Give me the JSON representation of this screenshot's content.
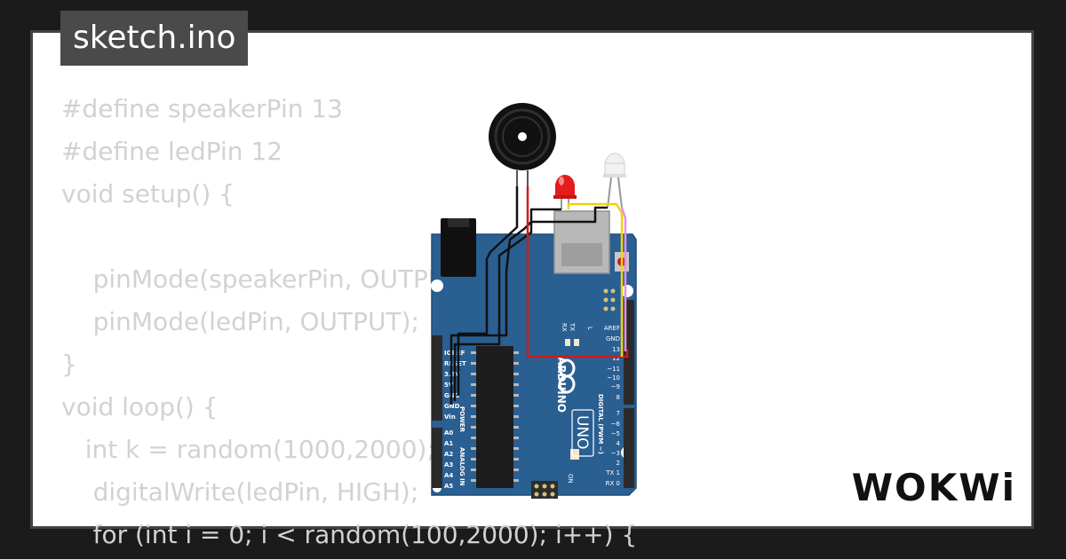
{
  "title": "sketch.ino",
  "code_lines": [
    "#define speakerPin 13",
    "#define ledPin 12",
    "void setup() {",
    "",
    "    pinMode(speakerPin, OUTPUT);",
    "    pinMode(ledPin, OUTPUT);",
    "}",
    "void loop() {",
    "   int k = random(1000,2000);",
    "    digitalWrite(ledPin, HIGH);",
    "    for (int i = 0; i < random(100,2000); i++) {"
  ],
  "logo_text": "WOKWi",
  "board": {
    "brand": "ARDUINO",
    "model": "UNO",
    "power_header_label": "POWER",
    "analog_header_label": "ANALOG IN",
    "digital_header_label": "DIGITAL (PWM ~)",
    "power_pins": [
      "IOREF",
      "RESET",
      "3.3V",
      "5V",
      "GND",
      "GND",
      "Vin"
    ],
    "analog_pins": [
      "A0",
      "A1",
      "A2",
      "A3",
      "A4",
      "A5"
    ],
    "digital_top_labels": [
      "AREF",
      "GND",
      "13",
      "12",
      "~11",
      "~10",
      "~9",
      "8"
    ],
    "digital_bottom_labels": [
      "7",
      "~6",
      "~5",
      "4",
      "~3",
      "2",
      "TX 1",
      "RX 0"
    ],
    "tx_label": "TX",
    "rx_label": "RX",
    "l_label": "L",
    "on_label": "ON"
  },
  "colors": {
    "board": "#2a5f92",
    "wire_red": "#d01a1a",
    "wire_yellow": "#f2d20c",
    "wire_pink": "#e38ee8",
    "led_red": "#e61b1b",
    "led_white": "#f2f2f2",
    "code_text": "#d2d2d2"
  }
}
